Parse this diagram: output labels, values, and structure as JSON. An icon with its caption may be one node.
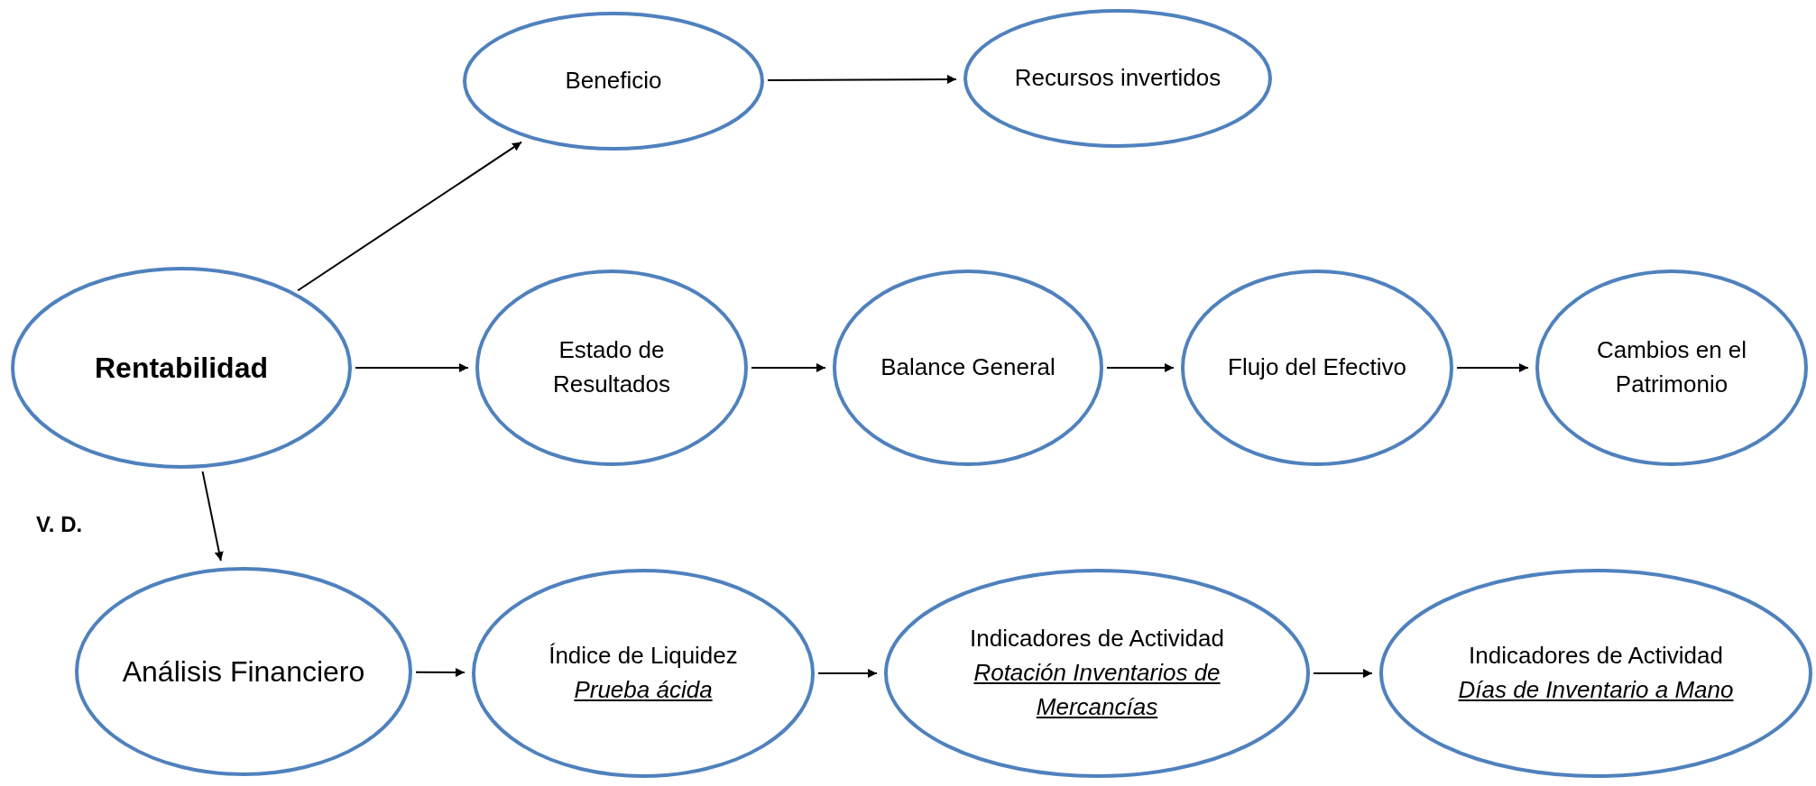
{
  "diagram": {
    "nodes": [
      {
        "text": [
          "Rentabilidad"
        ]
      },
      {
        "text": [
          "Beneficio"
        ]
      },
      {
        "text": [
          "Recursos invertidos"
        ]
      },
      {
        "text": [
          "Estado de Resultados"
        ]
      },
      {
        "text": [
          "Balance General"
        ]
      },
      {
        "text": [
          "Flujo del Efectivo"
        ]
      },
      {
        "text": [
          "Cambios en el Patrimonio"
        ]
      },
      {
        "text": [
          "Análisis Financiero"
        ]
      },
      {
        "text": [
          "Índice de Liquidez",
          "Prueba ácida"
        ]
      },
      {
        "text": [
          "Indicadores de Actividad",
          "Rotación Inventarios de Mercancías"
        ]
      },
      {
        "text": [
          "Indicadores de Actividad",
          "Días de Inventario a Mano"
        ]
      }
    ],
    "edges": [
      {
        "from": 0,
        "to": 1,
        "arrow": "to"
      },
      {
        "from": 1,
        "to": 2,
        "arrow": "to"
      },
      {
        "from": 0,
        "to": 3,
        "arrow": "to"
      },
      {
        "from": 3,
        "to": 4,
        "arrow": "to"
      },
      {
        "from": 4,
        "to": 5,
        "arrow": "to"
      },
      {
        "from": 5,
        "to": 6,
        "arrow": "to"
      },
      {
        "from": 0,
        "to": 7,
        "arrow": "to"
      },
      {
        "from": 7,
        "to": 8,
        "arrow": "to"
      },
      {
        "from": 8,
        "to": 9,
        "arrow": "to"
      },
      {
        "from": 9,
        "to": 10,
        "arrow": "to"
      }
    ],
    "labels": [
      "V. D."
    ]
  }
}
